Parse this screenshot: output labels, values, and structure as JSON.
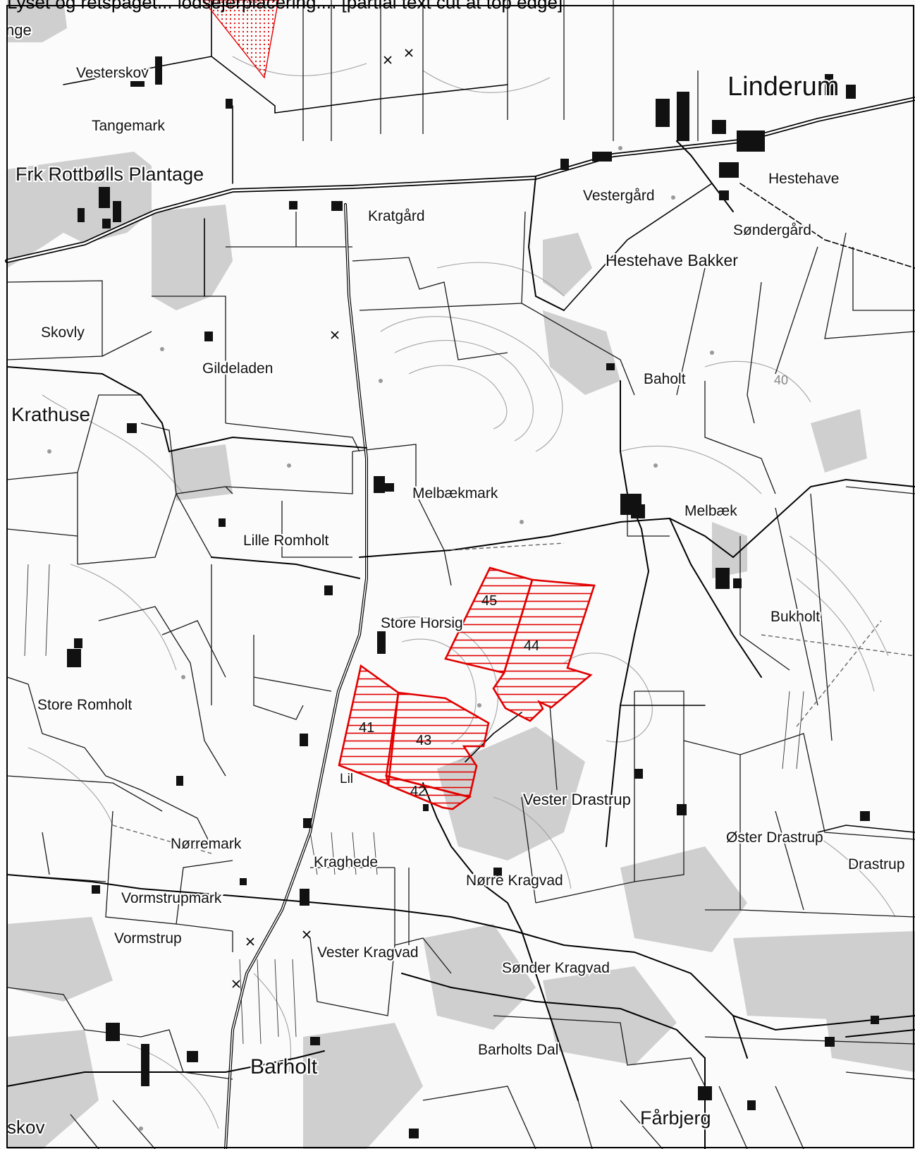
{
  "header": {
    "text": "Lyset og retspaget... lodsejerplacering.... [partial text cut at top edge]"
  },
  "places": {
    "linderum": "Linderum",
    "vesterskov": "Vesterskov",
    "tangemark": "Tangemark",
    "frk_rottbolls": "Frk Rottbølls Plantage",
    "kratgard": "Kratgård",
    "vestergard": "Vestergård",
    "hestehave": "Hestehave",
    "sondergard": "Søndergård",
    "hestehave_bakker": "Hestehave Bakker",
    "skovly": "Skovly",
    "gildeladen": "Gildeladen",
    "baholt": "Baholt",
    "krathuse": "Krathuse",
    "melbaekmark": "Melbækmark",
    "melbaek": "Melbæk",
    "lille_romholt": "Lille Romholt",
    "store_horsig": "Store Horsig",
    "bukholt": "Bukholt",
    "store_romholt": "Store Romholt",
    "vester_drastrup": "Vester Drastrup",
    "oster_drastrup": "Øster Drastrup",
    "drastrup": "Drastrup",
    "norremark": "Nørremark",
    "kraghede": "Kraghede",
    "norre_kragvad": "Nørre Kragvad",
    "vormstrupmark": "Vormstrupmark",
    "vormstrup": "Vormstrup",
    "vester_kragvad": "Vester Kragvad",
    "sonder_kragvad": "Sønder Kragvad",
    "barholts_dal": "Barholts Dal",
    "barholt": "Barholt",
    "farbjerg": "Fårbjerg",
    "skov": "skov",
    "nge": "nge",
    "lille_partial": "Lil"
  },
  "contour_label": "40",
  "parcels": [
    "41",
    "42",
    "43",
    "44",
    "45"
  ],
  "colors": {
    "parcel": "#e10000",
    "road": "#000000",
    "forest": "#c8c8c8",
    "field_line": "#1a1a1a",
    "contour": "#9a9a9a"
  }
}
